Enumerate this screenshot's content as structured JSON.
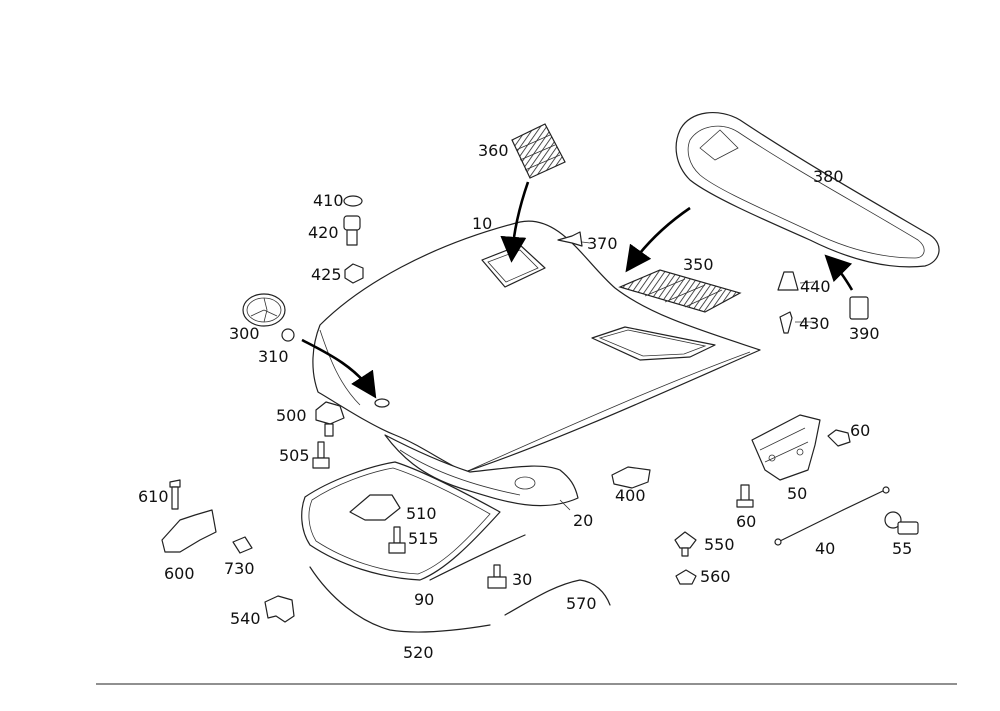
{
  "labels": {
    "l10": "10",
    "l20": "20",
    "l30": "30",
    "l40": "40",
    "l50": "50",
    "l55": "55",
    "l60a": "60",
    "l60b": "60",
    "l90": "90",
    "l300": "300",
    "l310": "310",
    "l350": "350",
    "l360": "360",
    "l370": "370",
    "l380": "380",
    "l390": "390",
    "l400": "400",
    "l410": "410",
    "l420": "420",
    "l425": "425",
    "l430": "430",
    "l440": "440",
    "l500": "500",
    "l505": "505",
    "l510": "510",
    "l515": "515",
    "l520": "520",
    "l540": "540",
    "l550": "550",
    "l560": "560",
    "l570": "570",
    "l600": "600",
    "l610": "610",
    "l730": "730"
  },
  "colors": {
    "line": "#222222",
    "background": "#ffffff"
  }
}
